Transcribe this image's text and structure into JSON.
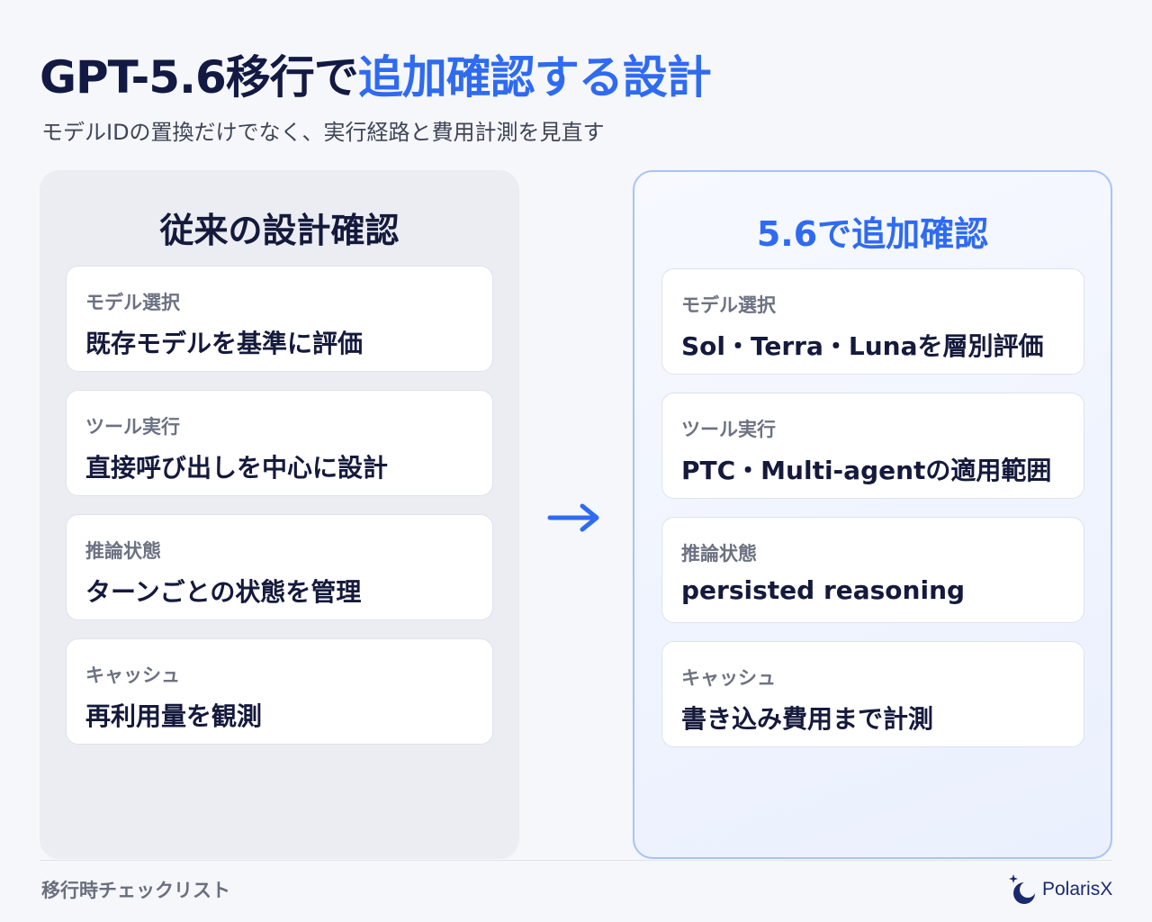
{
  "header": {
    "title_main": "GPT-5.6移行で",
    "title_accent": "追加確認する設計",
    "subtitle": "モデルIDの置換だけでなく、実行経路と費用計測を見直す"
  },
  "left_panel": {
    "title": "従来の設計確認",
    "cards": [
      {
        "label": "モデル選択",
        "value": "既存モデルを基準に評価"
      },
      {
        "label": "ツール実行",
        "value": "直接呼び出しを中心に設計"
      },
      {
        "label": "推論状態",
        "value": "ターンごとの状態を管理"
      },
      {
        "label": "キャッシュ",
        "value": "再利用量を観測"
      }
    ]
  },
  "right_panel": {
    "title": "5.6で追加確認",
    "cards": [
      {
        "label": "モデル選択",
        "value": "Sol・Terra・Lunaを層別評価"
      },
      {
        "label": "ツール実行",
        "value": "PTC・Multi-agentの適用範囲"
      },
      {
        "label": "推論状態",
        "value": "persisted reasoning"
      },
      {
        "label": "キャッシュ",
        "value": "書き込み費用まで計測"
      }
    ]
  },
  "arrow_icon": "arrow-right-icon",
  "footer": {
    "text": "移行時チェックリスト",
    "logo_text": "PolarisX",
    "logo_icon": "polarisx-logo-icon"
  },
  "colors": {
    "accent": "#2f6bf0",
    "title": "#121a43",
    "muted": "#6d7282"
  }
}
